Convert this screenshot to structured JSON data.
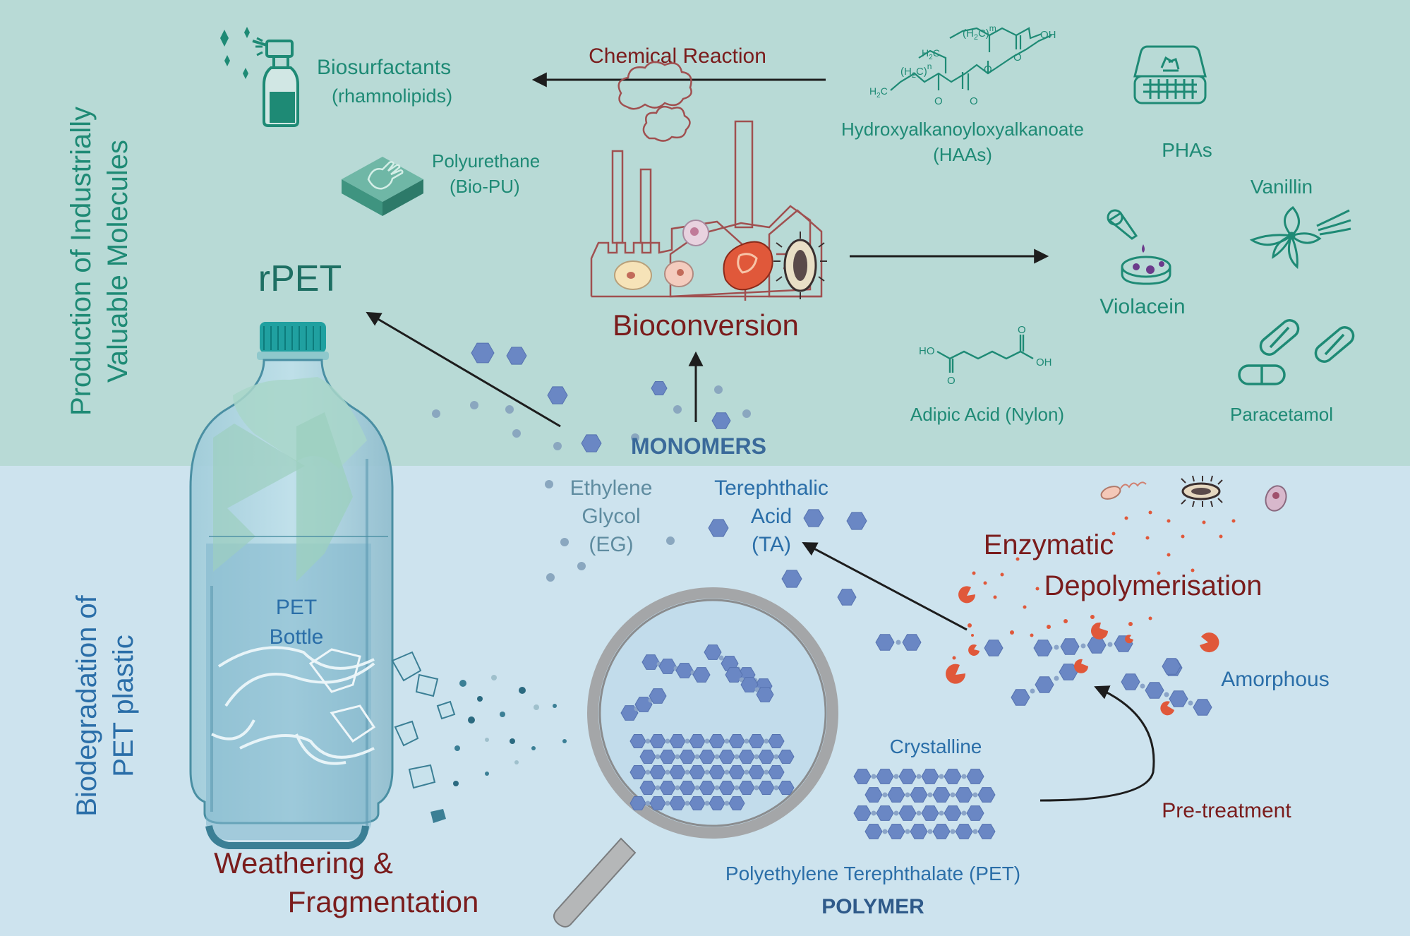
{
  "sections": {
    "top_title_line1": "Production of Industrially",
    "top_title_line2": "Valuable Molecules",
    "bottom_title_line1": "Biodegradation of",
    "bottom_title_line2": "PET plastic"
  },
  "products": {
    "biosurfactants": "Biosurfactants",
    "rhamnolipids": "(rhamnolipids)",
    "polyurethane": "Polyurethane",
    "bio_pu": "(Bio-PU)",
    "haa_name": "Hydroxyalkanoyloxyalkanoate",
    "haa_abbr": "(HAAs)",
    "phas": "PHAs",
    "vanillin": "Vanillin",
    "violacein": "Violacein",
    "adipic": "Adipic Acid (Nylon)",
    "paracetamol": "Paracetamol",
    "rpet": "rPET"
  },
  "chem": {
    "h2c_m": "(H",
    "sub2": "2",
    "c_m": "C)",
    "m": "m",
    "n": "n",
    "h2c": "H",
    "c": "C",
    "oh": "OH",
    "o": "O",
    "ho": "HO"
  },
  "process": {
    "chemical_reaction": "Chemical Reaction",
    "bioconversion": "Bioconversion",
    "monomers": "MONOMERS",
    "eg_line1": "Ethylene",
    "eg_line2": "Glycol",
    "eg_line3": "(EG)",
    "ta_line1": "Terephthalic",
    "ta_line2": "Acid",
    "ta_line3": "(TA)",
    "enzymatic_line1": "Enzymatic",
    "enzymatic_line2": "Depolymerisation",
    "amorphous": "Amorphous",
    "crystalline": "Crystalline",
    "pretreatment": "Pre-treatment",
    "pet_name": "Polyethylene Terephthalate (PET)",
    "polymer": "POLYMER",
    "bottle_line1": "PET",
    "bottle_line2": "Bottle",
    "weathering_line1": "Weathering &",
    "weathering_line2": "Fragmentation"
  },
  "colors": {
    "top_bg": "#b8dad6",
    "bottom_bg": "#cde3ee",
    "teal": "#1e8a75",
    "dark_red": "#7a1c1c",
    "blue": "#2a6ea8",
    "hexagon": "#6a87c4",
    "enzyme": "#e0583a"
  }
}
